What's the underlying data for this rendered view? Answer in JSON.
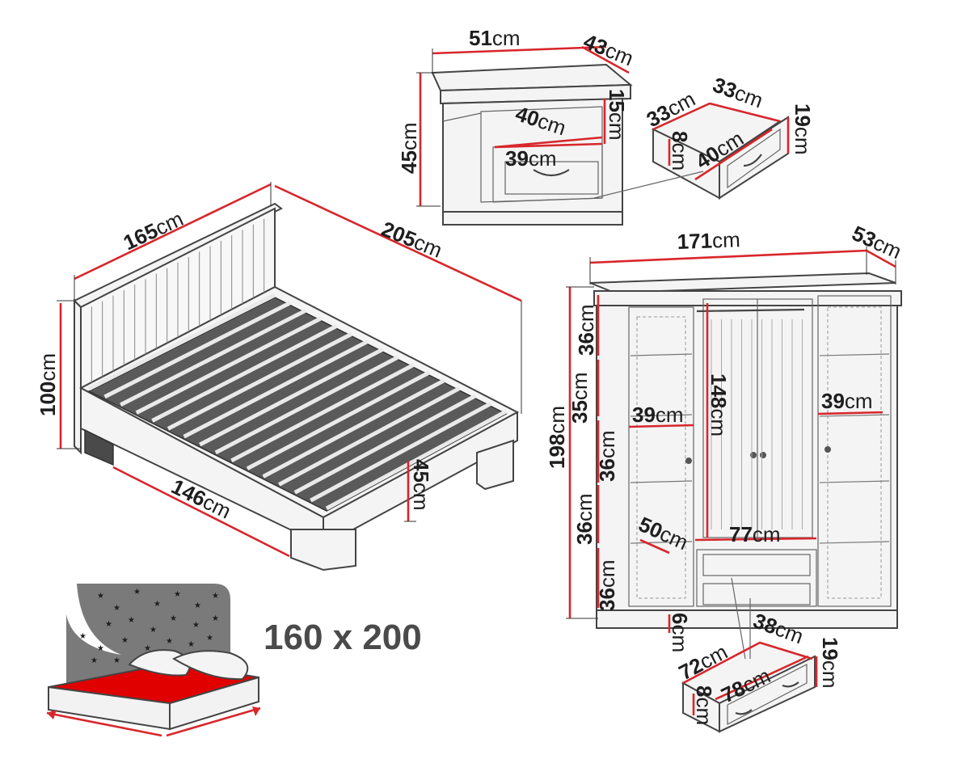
{
  "size_label": "160 x 200",
  "bed": {
    "width": {
      "num": "165",
      "unit": "cm"
    },
    "length": {
      "num": "205",
      "unit": "cm"
    },
    "height": {
      "num": "100",
      "unit": "cm"
    },
    "inner_length": {
      "num": "146",
      "unit": "cm"
    },
    "frame_height": {
      "num": "45",
      "unit": "cm"
    }
  },
  "nightstand": {
    "width": {
      "num": "51",
      "unit": "cm"
    },
    "depth": {
      "num": "43",
      "unit": "cm"
    },
    "height": {
      "num": "45",
      "unit": "cm"
    },
    "shelf_depth": {
      "num": "40",
      "unit": "cm"
    },
    "shelf_height": {
      "num": "15",
      "unit": "cm"
    },
    "drawer_front": {
      "num": "39",
      "unit": "cm"
    }
  },
  "nightstand_drawer": {
    "depth": {
      "num": "33",
      "unit": "cm"
    },
    "width": {
      "num": "33",
      "unit": "cm"
    },
    "height": {
      "num": "19",
      "unit": "cm"
    },
    "inner_height": {
      "num": "8",
      "unit": "cm"
    },
    "length": {
      "num": "40",
      "unit": "cm"
    }
  },
  "wardrobe": {
    "width": {
      "num": "171",
      "unit": "cm"
    },
    "depth": {
      "num": "53",
      "unit": "cm"
    },
    "height": {
      "num": "198",
      "unit": "cm"
    },
    "shelf_1": {
      "num": "36",
      "unit": "cm"
    },
    "shelf_2": {
      "num": "35",
      "unit": "cm"
    },
    "shelf_3": {
      "num": "36",
      "unit": "cm"
    },
    "shelf_4": {
      "num": "36",
      "unit": "cm"
    },
    "shelf_5": {
      "num": "36",
      "unit": "cm"
    },
    "left_shelf_width": {
      "num": "39",
      "unit": "cm"
    },
    "right_shelf_width": {
      "num": "39",
      "unit": "cm"
    },
    "hanging_height": {
      "num": "148",
      "unit": "cm"
    },
    "inner_depth": {
      "num": "50",
      "unit": "cm"
    },
    "center_width": {
      "num": "77",
      "unit": "cm"
    },
    "plinth": {
      "num": "6",
      "unit": "cm"
    }
  },
  "wardrobe_drawer": {
    "length": {
      "num": "72",
      "unit": "cm"
    },
    "depth": {
      "num": "38",
      "unit": "cm"
    },
    "height": {
      "num": "19",
      "unit": "cm"
    },
    "inner_height": {
      "num": "8",
      "unit": "cm"
    },
    "front_width": {
      "num": "78",
      "unit": "cm"
    }
  }
}
